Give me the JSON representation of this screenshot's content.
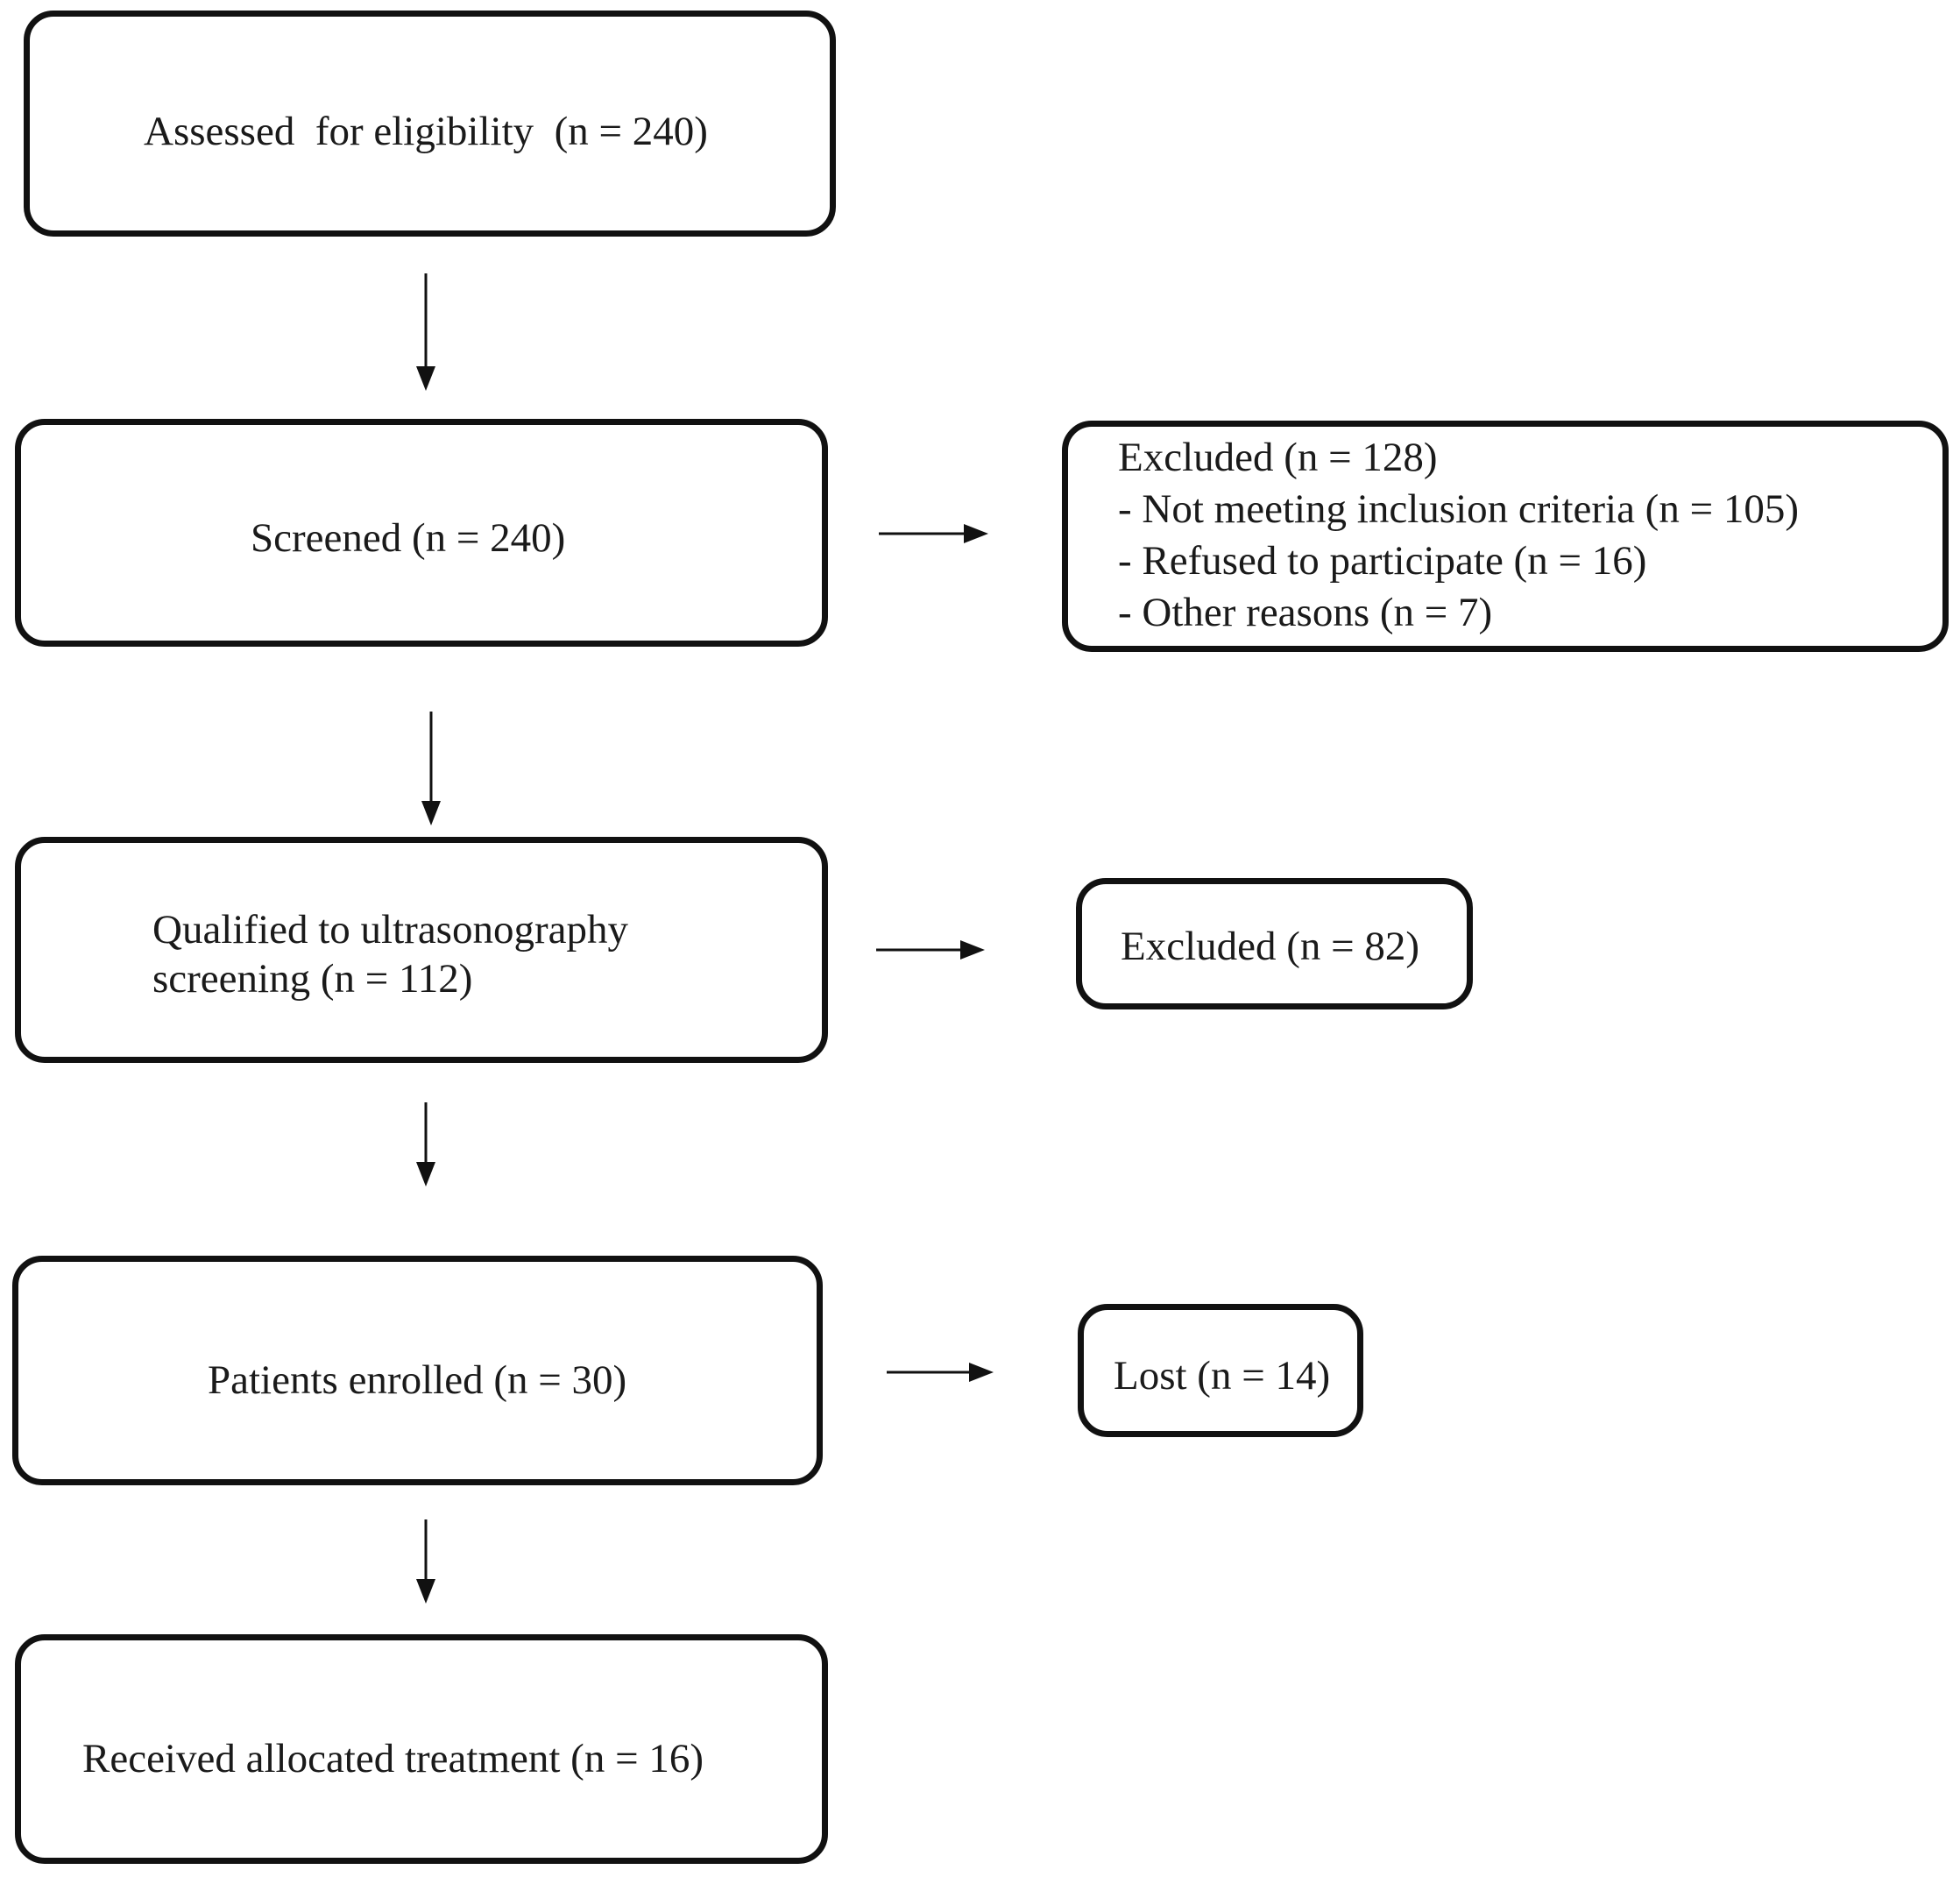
{
  "diagram": {
    "main_flow": [
      {
        "label": "Assessed  for eligibility  (n = 240)"
      },
      {
        "label": "Screened (n = 240)"
      },
      {
        "label": "Qualified to ultrasonography screening (n = 112)",
        "line1": "Qualified to ultrasonography",
        "line2": "screening (n = 112)"
      },
      {
        "label": "Patients enrolled (n = 30)"
      },
      {
        "label": "Received allocated treatment (n = 16)"
      }
    ],
    "side_boxes": {
      "excluded_screening": {
        "title": "Excluded (n = 128)",
        "reasons": [
          "- Not meeting inclusion criteria (n = 105)",
          "- Refused to participate (n = 16)",
          "- Other reasons (n = 7)"
        ]
      },
      "excluded_ultrasonography": {
        "label": "Excluded (n = 82)"
      },
      "lost": {
        "label": "Lost (n = 14)"
      }
    },
    "colors": {
      "stroke": "#111111",
      "text": "#1a1a1a",
      "background": "#ffffff"
    }
  }
}
